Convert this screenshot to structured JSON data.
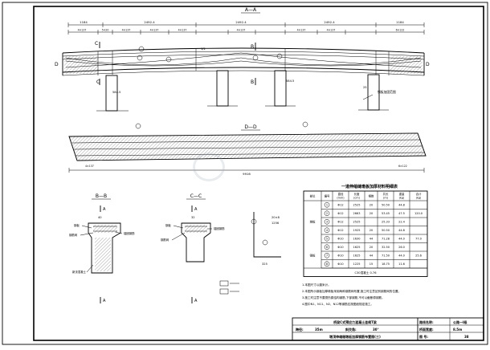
{
  "sections": {
    "aa": "A—A",
    "bb": "B—B",
    "cc": "C—C",
    "dd": "D—D"
  },
  "cut_marks": {
    "a": "A",
    "b": "B",
    "c": "C",
    "d": "D"
  },
  "dims_top": [
    "1184",
    "2492.4",
    "2492.4",
    "2492.4",
    "1184"
  ],
  "dims_bottom_total": "9916",
  "dims_misc": [
    "584.5",
    "25",
    "584.5",
    "1/2",
    "25",
    "11×4"
  ],
  "spacing_labels": [
    "4×137",
    "5×20",
    "4×137",
    "4×137",
    "4×137",
    "4×137",
    "4×137",
    "4×137",
    "6×122"
  ],
  "callouts": {
    "note_arrow": "钢板加固范围",
    "beam_label": "钢板加固"
  },
  "bb_labels": [
    "40",
    "钢板",
    "钢筋网",
    "锚固钢筋",
    "新浇混凝土"
  ],
  "cc_labels": [
    "32",
    "钢板",
    "钢筋网",
    "锚固钢筋"
  ],
  "rebar_detail": {
    "dim1": "20×8",
    "dim2": "1256",
    "dim3": "325"
  },
  "table": {
    "title": "一道伸缩缝墩板加厚材料明细表",
    "headers": [
      "部位",
      "编号",
      "直径\n(mm)",
      "长度\n(cm)",
      "根数",
      "共长\n(m)",
      "重量\n(kg)",
      "合计\n(kg)"
    ],
    "rows": [
      [
        "",
        "1",
        "Φ12",
        "2525",
        "20",
        "50.50",
        "44.8",
        ""
      ],
      [
        "",
        "2",
        "Φ12",
        "2663",
        "20",
        "53.45",
        "47.5",
        "120.0"
      ],
      [
        "墩板",
        "3",
        "Φ12",
        "2525",
        "",
        "25.33",
        "22.4",
        ""
      ],
      [
        "",
        "4",
        "Φ12",
        "1925",
        "20",
        "50.50",
        "44.8",
        ""
      ],
      [
        "",
        "5",
        "Φ10",
        "1630",
        "44",
        "71.28",
        "44.0",
        "77.0"
      ],
      [
        "",
        "6",
        "Φ10",
        "1625",
        "20",
        "32.50",
        "26.0",
        ""
      ],
      [
        "钢板",
        "7",
        "Φ10",
        "1625",
        "44",
        "71.50",
        "44.0",
        "25.6"
      ],
      [
        "",
        "8",
        "Φ10",
        "1225",
        "15",
        "18.75",
        "11.6",
        ""
      ]
    ],
    "footer": "C30混凝土  0.76"
  },
  "notes": [
    "1.本图尺寸以厘米计。",
    "2.本图所示钢板加厚墩板采用两种钢筋网布置,施工时注意区别钢筋网的位置。",
    "3.施工时注意不要损伤原结构钢筋,下部钢筋,不可以截断原钢筋。",
    "4.图中N1、N11、N2、N12等钢筋应按图纸规定施工。"
  ],
  "title_block": {
    "project": "桥梁C式预应力混凝土连续T梁",
    "span_label": "跨径:",
    "span": "35m",
    "skew_label": "斜交角:",
    "skew": "30°",
    "drawing_title": "墩顶伸缩缝墩板加厚钢筋布置图(三)",
    "route_label": "路线名称:",
    "route": "公路—I级",
    "width_label": "桥面宽度:",
    "width": "8.5m",
    "sheet_label": "图 号:",
    "sheet": "38"
  }
}
